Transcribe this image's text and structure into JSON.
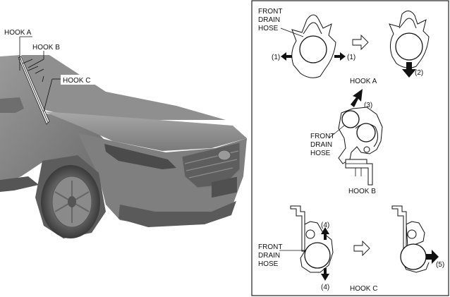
{
  "car_labels": {
    "hook_a": "HOOK A",
    "hook_b": "HOOK B",
    "hook_c": "HOOK C"
  },
  "panel": {
    "hook_a": {
      "hose_label": [
        "FRONT",
        "DRAIN",
        "HOSE"
      ],
      "arrow_left": "(1)",
      "arrow_right": "(1)",
      "arrow_down": "(2)",
      "caption": "HOOK A"
    },
    "hook_b": {
      "arrow_up": "(3)",
      "hose_label": [
        "FRONT",
        "DRAIN",
        "HOSE"
      ],
      "caption": "HOOK B"
    },
    "hook_c": {
      "arrow_up": "(4)",
      "arrow_down": "(4)",
      "hose_label": [
        "FRONT",
        "DRAIN",
        "HOSE"
      ],
      "arrow_right": "(5)",
      "caption": "HOOK C"
    }
  },
  "colors": {
    "car_body": "#8e8e8e",
    "car_dark": "#5a5a5a",
    "line": "#111111",
    "panel_border": "#222222"
  }
}
